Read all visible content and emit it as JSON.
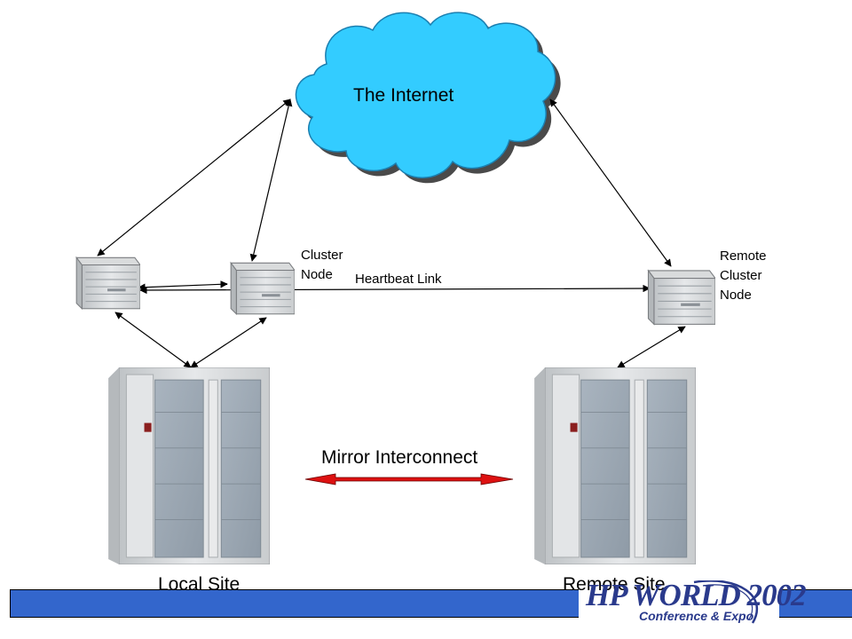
{
  "diagram": {
    "cloud_label": "The Internet",
    "cluster_node_label_line1": "Cluster",
    "cluster_node_label_line2": "Node",
    "heartbeat_label": "Heartbeat Link",
    "remote_node_label_line1": "Remote",
    "remote_node_label_line2": "Cluster",
    "remote_node_label_line3": "Node",
    "mirror_label": "Mirror Interconnect",
    "local_site_label": "Local Site",
    "remote_site_label": "Remote Site"
  },
  "footer": {
    "logo_main": "HP WORLD 2002",
    "logo_sub": "Conference & Expo"
  },
  "colors": {
    "cloud_fill": "#33ccff",
    "mirror_arrow": "#dd1111",
    "footer_bar": "#3366cc",
    "logo": "#2a3a8c"
  }
}
